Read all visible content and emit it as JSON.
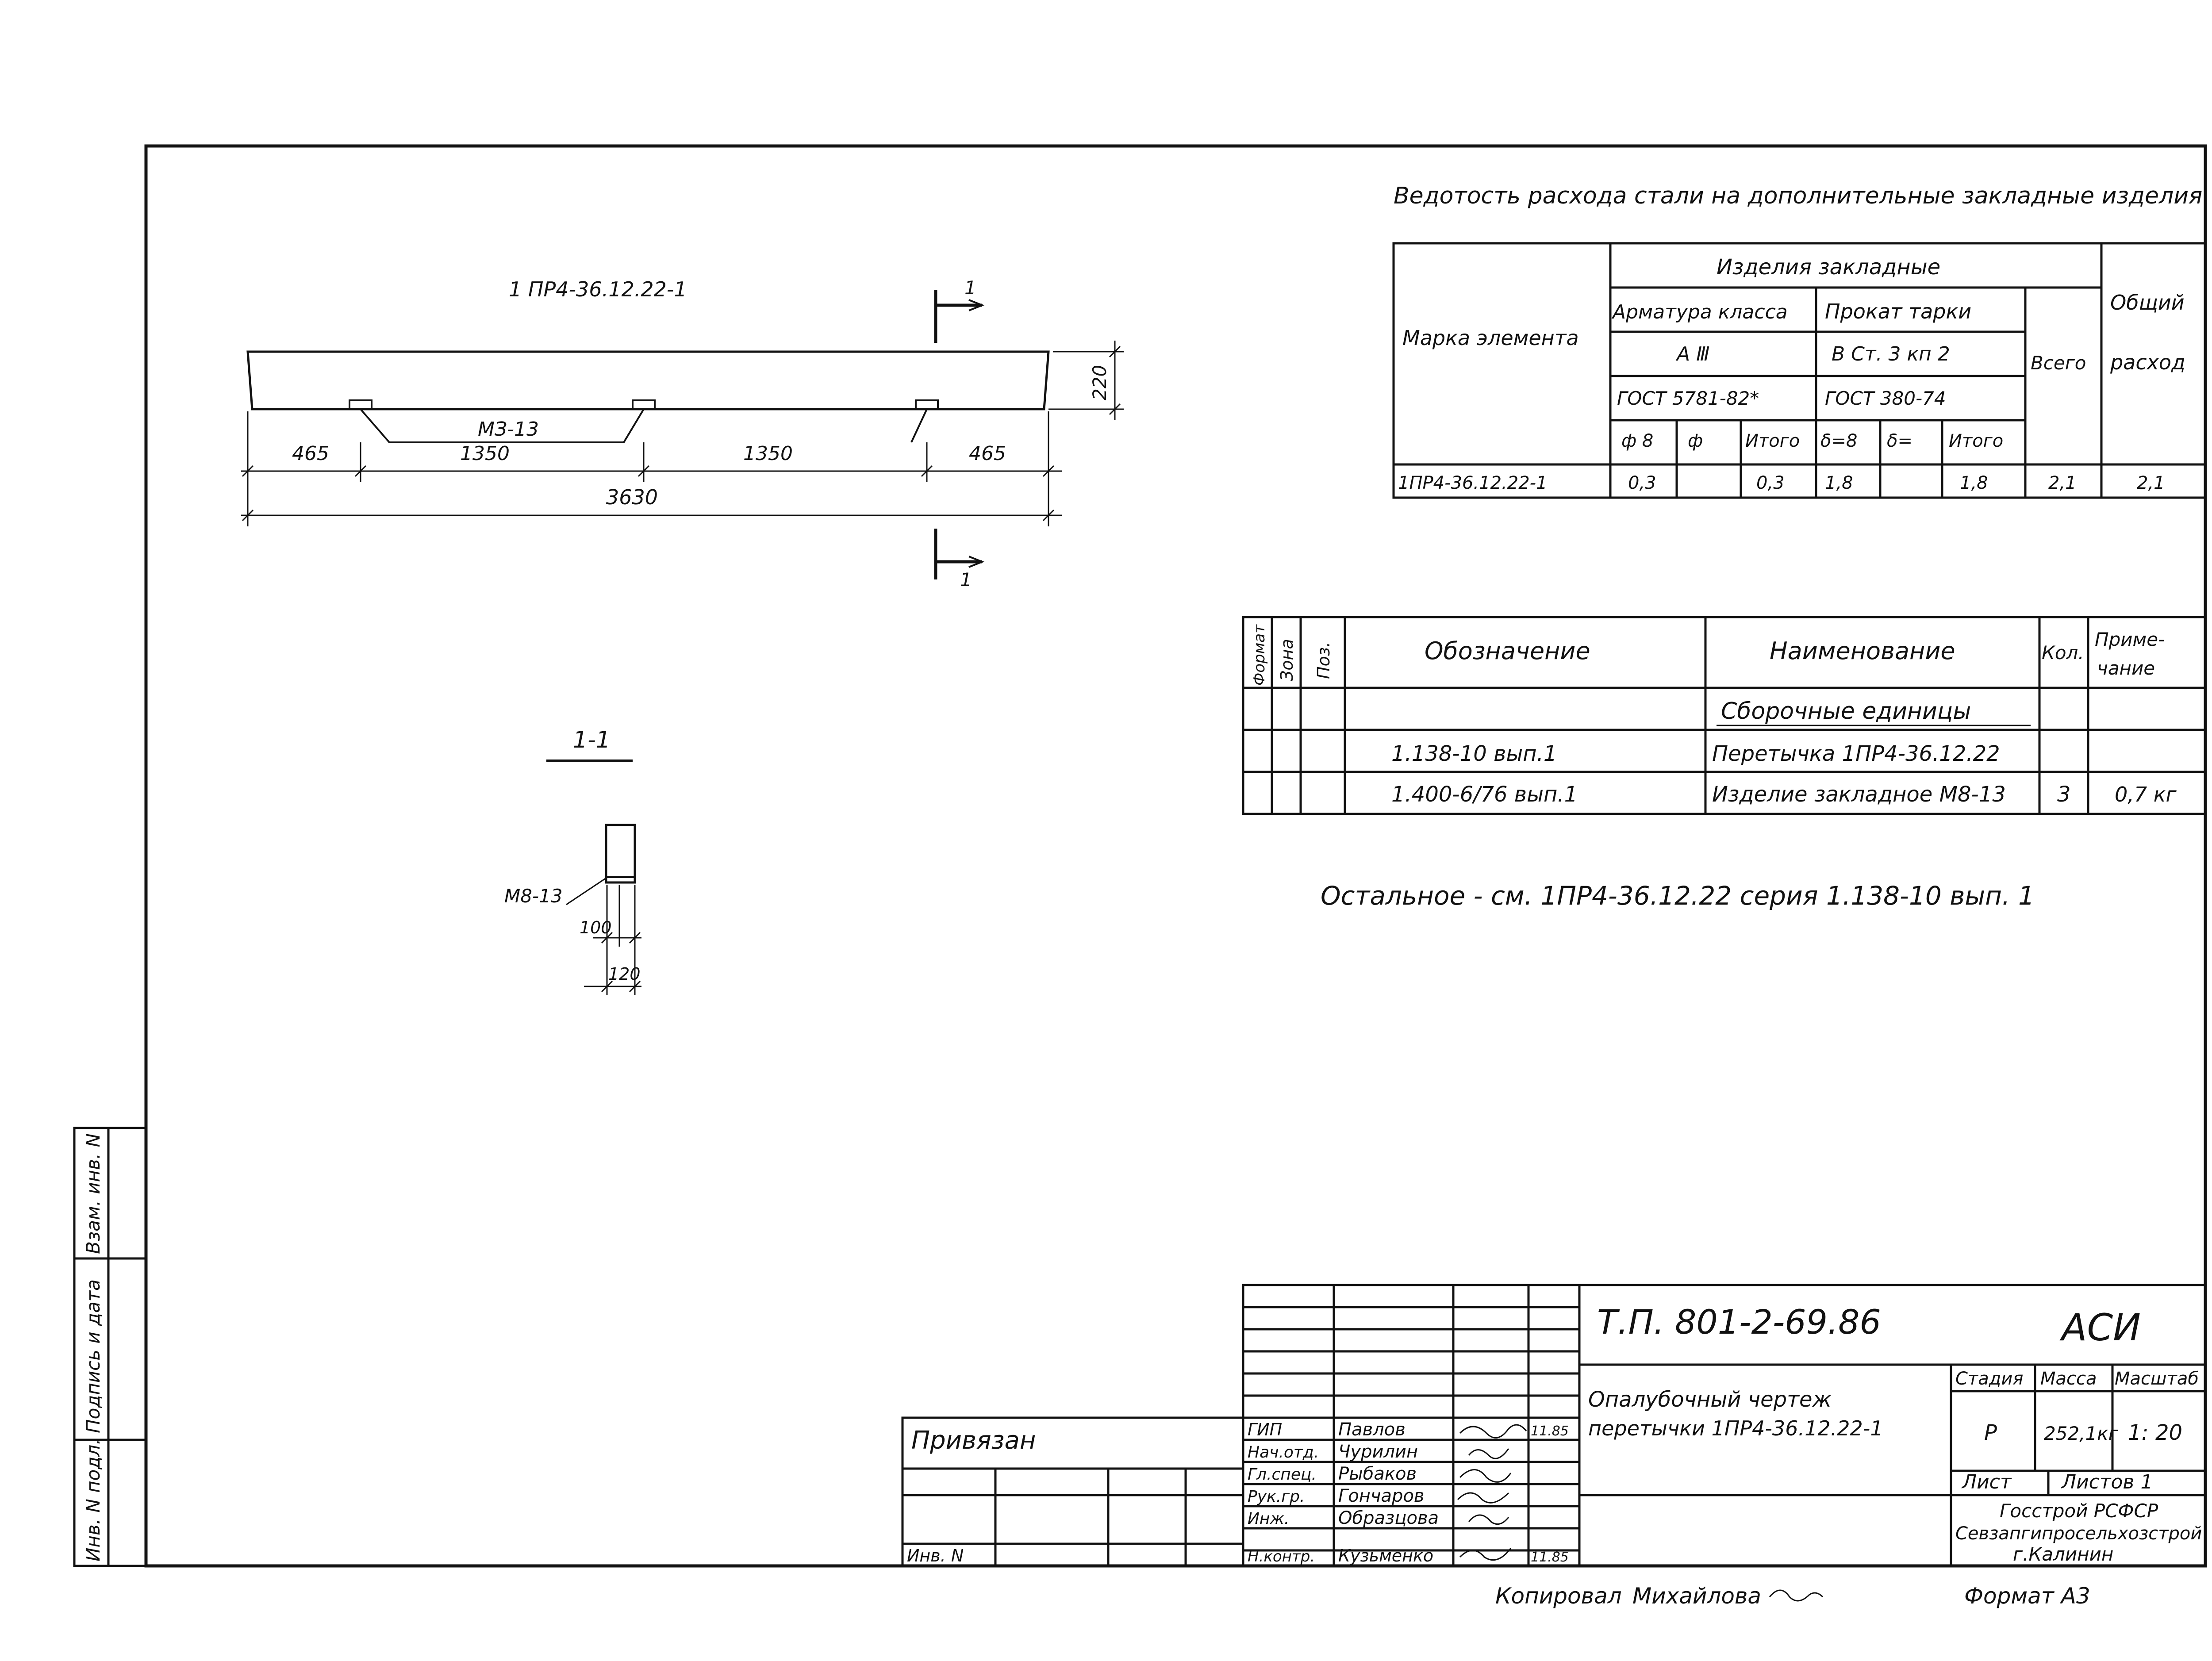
{
  "ved": {
    "title": "Ведотость расхода стали на дополнительные закладные изделия",
    "h_marka": "Марка элемента",
    "h_izd": "Изделия закладные",
    "h_arm": "Арматура класса",
    "h_prokat": "Прокат тарки",
    "h_a3": "А Ⅲ",
    "h_vst": "В Ст. 3 кп 2",
    "h_gost1": "ГОСТ 5781-82*",
    "h_gost2": "ГОСТ 380-74",
    "h_vsego": "Всего",
    "h_obsh1": "Общий",
    "h_obsh2": "расход",
    "c_f8": "ф 8",
    "c_f": "ф",
    "c_itogo1": "Итого",
    "c_d8": "δ=8",
    "c_d": "δ=",
    "c_itogo2": "Итого",
    "row": {
      "mark": "1ПР4-36.12.22-1",
      "f8": "0,3",
      "f": "",
      "itogo1": "0,3",
      "d8": "1,8",
      "d": "",
      "itogo2": "1,8",
      "vsego": "2,1",
      "obsh": "2,1"
    }
  },
  "drawing": {
    "beam_label": "1 ПР4-36.12.22-1",
    "mz_label": "МЗ-13",
    "dim_465a": "465",
    "dim_1350a": "1350",
    "dim_1350b": "1350",
    "dim_465b": "465",
    "dim_3630": "3630",
    "dim_220": "220",
    "cut_1": "1",
    "section_title": "1-1",
    "m8_label": "М8-13",
    "dim_100": "100",
    "dim_120": "120"
  },
  "spec": {
    "h_format": "Формат",
    "h_zona": "Зона",
    "h_poz": "Поз.",
    "h_oboz": "Обозначение",
    "h_naim": "Наименование",
    "h_kol": "Кол.",
    "h_prim1": "Приме-",
    "h_prim2": "чание",
    "rows": [
      {
        "oboz": "",
        "naim": "Сборочные единицы",
        "kol": "",
        "prim": ""
      },
      {
        "oboz": "1.138-10 вып.1",
        "naim": "Перетычка 1ПР4-36.12.22",
        "kol": "",
        "prim": ""
      },
      {
        "oboz": "1.400-6/76 вып.1",
        "naim": "Изделие закладное М8-13",
        "kol": "3",
        "prim": "0,7 кг"
      }
    ]
  },
  "note": "Остальное - см. 1ПР4-36.12.22 серия 1.138-10 вып. 1",
  "title_block": {
    "code": "Т.П. 801-2-69.86",
    "org_code": "АСИ",
    "name1": "Опалубочный чертеж",
    "name2": "перетычки 1ПР4-36.12.22-1",
    "h_stadia": "Стадия",
    "h_massa": "Масса",
    "h_masshtab": "Масштаб",
    "stadia": "Р",
    "massa": "252,1кг",
    "masshtab": "1: 20",
    "list": "Лист",
    "listov": "Листов 1",
    "org1": "Госстрой РСФСР",
    "org2": "Севзапгипросельхозстрой",
    "org3": "г.Калинин",
    "roles": [
      {
        "role": "ГИП",
        "name": "Павлов",
        "date": "11.85"
      },
      {
        "role": "Нач.отд.",
        "name": "Чурилин",
        "date": ""
      },
      {
        "role": "Гл.спец.",
        "name": "Рыбаков",
        "date": ""
      },
      {
        "role": "Рук.гр.",
        "name": "Гончаров",
        "date": ""
      },
      {
        "role": "Инж.",
        "name": "Образцова",
        "date": ""
      },
      {
        "role": "Н.контр.",
        "name": "Кузьменко",
        "date": "11.85"
      }
    ],
    "privyazan": "Привязан",
    "inv_n": "Инв. N"
  },
  "side": {
    "inv_podl": "Инв. N подл.",
    "podpis": "Подпись и дата",
    "vzam": "Взам. инв. N"
  },
  "footer": {
    "kopiroval": "Копировал",
    "kopir_name": "Михайлова",
    "format": "Формат А3"
  }
}
